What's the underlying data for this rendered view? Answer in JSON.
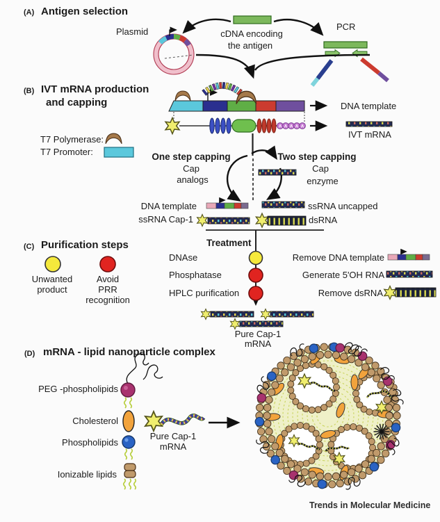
{
  "panels": {
    "a": {
      "tag": "(A)",
      "title": "Antigen selection",
      "plasmid_label": "Plasmid",
      "cdna_line1": "cDNA encoding",
      "cdna_line2": "the antigen",
      "pcr_label": "PCR"
    },
    "b": {
      "tag": "(B)",
      "title_line1": "IVT mRNA production",
      "title_line2": "and capping",
      "dna_template_label": "DNA template",
      "ivt_mrna_label": "IVT mRNA",
      "t7_polymerase_label": "T7 Polymerase:",
      "t7_promoter_label": "T7 Promoter:",
      "one_step_title": "One step capping",
      "one_step_sub1": "Cap",
      "one_step_sub2": "analogs",
      "two_step_title": "Two step capping",
      "two_step_sub1": "Cap",
      "two_step_sub2": "enzyme",
      "product_dna_template": "DNA template",
      "product_ssrna_cap1": "ssRNA Cap-1",
      "product_ssrna_uncapped": "ssRNA uncapped",
      "product_dsrna": "dsRNA"
    },
    "c": {
      "tag": "(C)",
      "title": "Purification steps",
      "legend_yellow_line1": "Unwanted",
      "legend_yellow_line2": "product",
      "legend_red_line1": "Avoid",
      "legend_red_line2": "PRR",
      "legend_red_line3": "recognition",
      "treatment_header": "Treatment",
      "rows": [
        {
          "treatment": "DNAse",
          "result": "Remove DNA template"
        },
        {
          "treatment": "Phosphatase",
          "result": "Generate 5'OH RNA"
        },
        {
          "treatment": "HPLC purification",
          "result": "Remove dsRNA"
        }
      ],
      "pure_line1": "Pure Cap-1",
      "pure_line2": "mRNA"
    },
    "d": {
      "tag": "(D)",
      "title": "mRNA - lipid nanoparticle complex",
      "legend": [
        {
          "label": "PEG -phospholipids"
        },
        {
          "label": "Cholesterol"
        },
        {
          "label": "Phospholipids"
        },
        {
          "label": "Ionizable lipids"
        }
      ],
      "mrna_line1": "Pure Cap-1",
      "mrna_line2": "mRNA"
    }
  },
  "footer": {
    "brand": "Trends in Molecular Medicine"
  },
  "glyphs": {
    "polya": "A"
  },
  "colors": {
    "cap_star": "#f0ee6e",
    "unwanted_product": "#f5e93c",
    "avoid_prr": "#e02420",
    "t7_promoter": "#5bc8dc",
    "t7_polymerase": "#a5794a",
    "cdna_bar": "#7cb85c",
    "peg_head": "#a8326e",
    "phospholipid_head": "#2a63c4",
    "cholesterol": "#f2a33c",
    "ionizable_lipid": "#c09a6b"
  }
}
